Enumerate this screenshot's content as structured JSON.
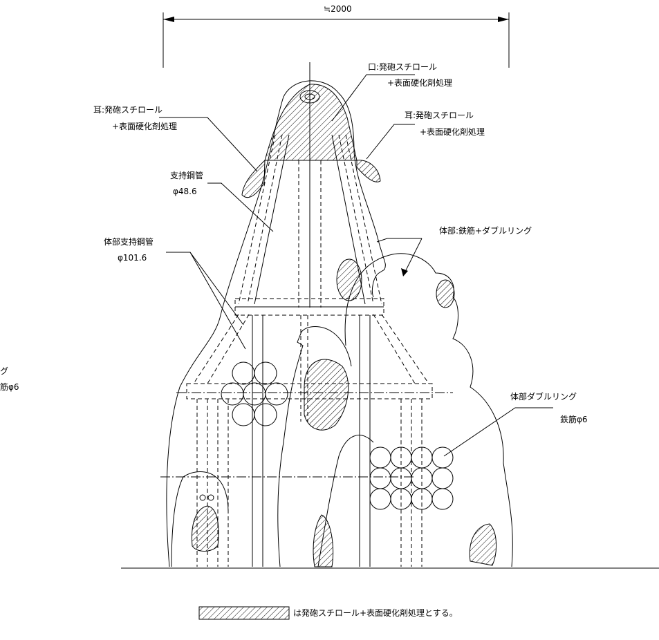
{
  "dimension": {
    "width_label": "≒2000"
  },
  "labels": {
    "mouth_line1": "口:発砲スチロール",
    "mouth_line2": "+表面硬化剤処理",
    "ear_left_line1": "耳:発砲スチロール",
    "ear_left_line2": "+表面硬化剤処理",
    "ear_right_line1": "耳:発砲スチロール",
    "ear_right_line2": "+表面硬化剤処理",
    "support_pipe_line1": "支持鋼管",
    "support_pipe_line2": "φ48.6",
    "body_support_pipe_line1": "体部支持鋼管",
    "body_support_pipe_line2": "φ101.6",
    "body_rebar": "体部:鉄筋+ダブルリング",
    "body_double_ring_line1": "体部ダブルリング",
    "body_double_ring_line2": "鉄筋φ6",
    "left_cut_line1": "グ",
    "left_cut_line2": "筋φ6"
  },
  "legend": {
    "text": "は発砲スチロール+表面硬化剤処理とする。"
  },
  "colors": {
    "line": "#000000",
    "background": "#ffffff"
  }
}
